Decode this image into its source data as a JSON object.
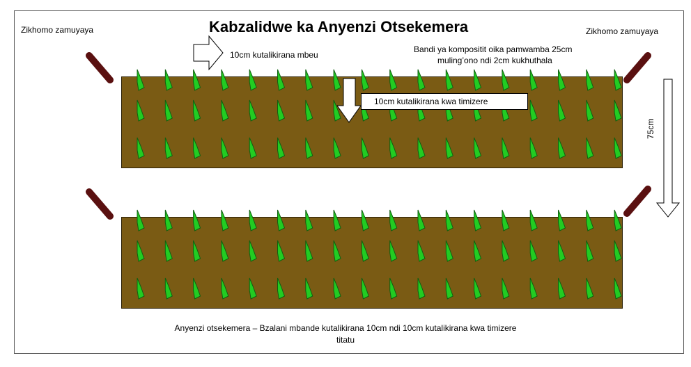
{
  "title": "Kabzalidwe ka Anyenzi Otsekemera",
  "peg_label_left": "Zikhomo zamuyaya",
  "peg_label_right": "Zikhomo zamuyaya",
  "seed_spacing_label": "10cm kutalikirana  mbeu",
  "compost_note": {
    "line1": "Bandi ya kompositit oika pamwamba 25cm",
    "line2": "muling’ono ndi 2cm kukhuthala"
  },
  "row_spacing_label": "10cm kutalikirana  kwa timizere",
  "bed_gap_label": "75cm",
  "caption": {
    "line1": "Anyenzi otsekemera – Bzalani mbande kutalikirana  10cm ndi 10cm kutalikirana  kwa timizere",
    "line2": "titatu"
  },
  "beds": [
    {
      "rows": 3,
      "plants_per_row": 18
    },
    {
      "rows": 3,
      "plants_per_row": 18
    }
  ],
  "colors": {
    "soil": "#7a5b14",
    "seedling": "#22cc22",
    "peg": "#5a1010"
  }
}
